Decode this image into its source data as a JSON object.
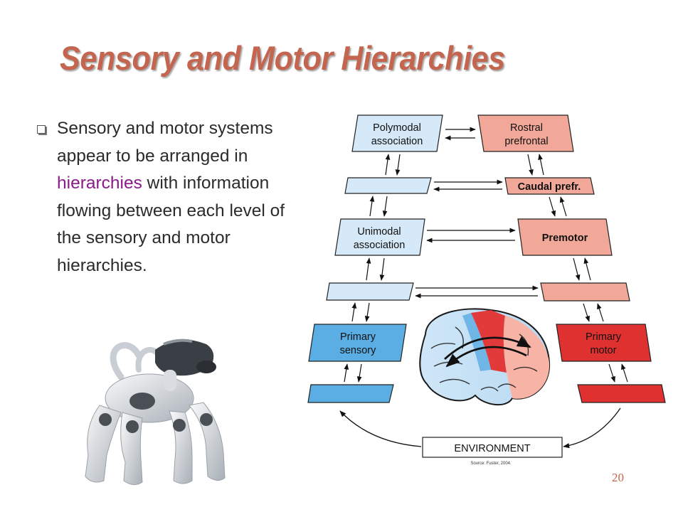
{
  "slide": {
    "title": "Sensory and Motor Hierarchies",
    "bullet": {
      "pre": "Sensory and motor systems appear to be arranged in ",
      "highlight": "hierarchies",
      "post": " with information flowing between each level of the sensory and motor hierarchies."
    },
    "page_number": "20"
  },
  "diagram": {
    "sensory": {
      "polymodal_line1": "Polymodal",
      "polymodal_line2": "association",
      "unimodal_line1": "Unimodal",
      "unimodal_line2": "association",
      "primary_line1": "Primary",
      "primary_line2": "sensory"
    },
    "motor": {
      "rostral_line1": "Rostral",
      "rostral_line2": "prefrontal",
      "caudal": "Caudal prefr.",
      "premotor": "Premotor",
      "primary_line1": "Primary",
      "primary_line2": "motor"
    },
    "environment": "ENVIRONMENT",
    "source": "Source: Fuster, 2004."
  },
  "colors": {
    "title": "#c4654f",
    "highlight": "#8b1a8b",
    "sensory_light": "#d6e9f8",
    "sensory_primary": "#5aaee3",
    "motor_light": "#f2a898",
    "motor_primary": "#e03131"
  }
}
